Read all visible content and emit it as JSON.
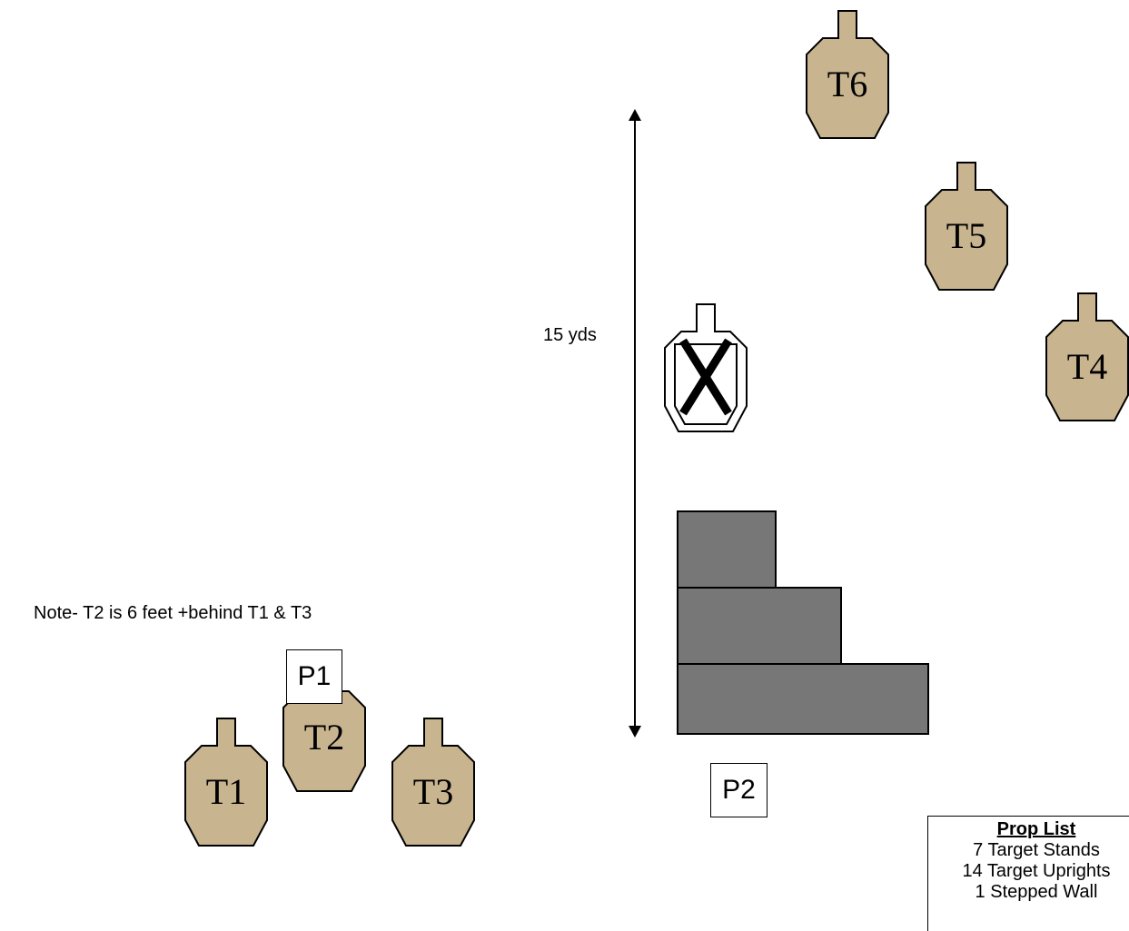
{
  "colors": {
    "target_fill": "#c8b48f",
    "wall_fill": "#777777",
    "outline": "#000000"
  },
  "targets": [
    {
      "label": "T1"
    },
    {
      "label": "T2"
    },
    {
      "label": "T3"
    },
    {
      "label": "T4"
    },
    {
      "label": "T5"
    },
    {
      "label": "T6"
    }
  ],
  "no_shoot": {
    "icon": "no-shoot-x-icon"
  },
  "distance_label": "15 yds",
  "note": "Note- T2 is 6 feet +behind T1 & T3",
  "positions": [
    {
      "label": "P1"
    },
    {
      "label": "P2"
    }
  ],
  "prop_list": {
    "title": "Prop List",
    "items": [
      "7 Target Stands",
      "14 Target Uprights",
      "1 Stepped Wall"
    ]
  }
}
